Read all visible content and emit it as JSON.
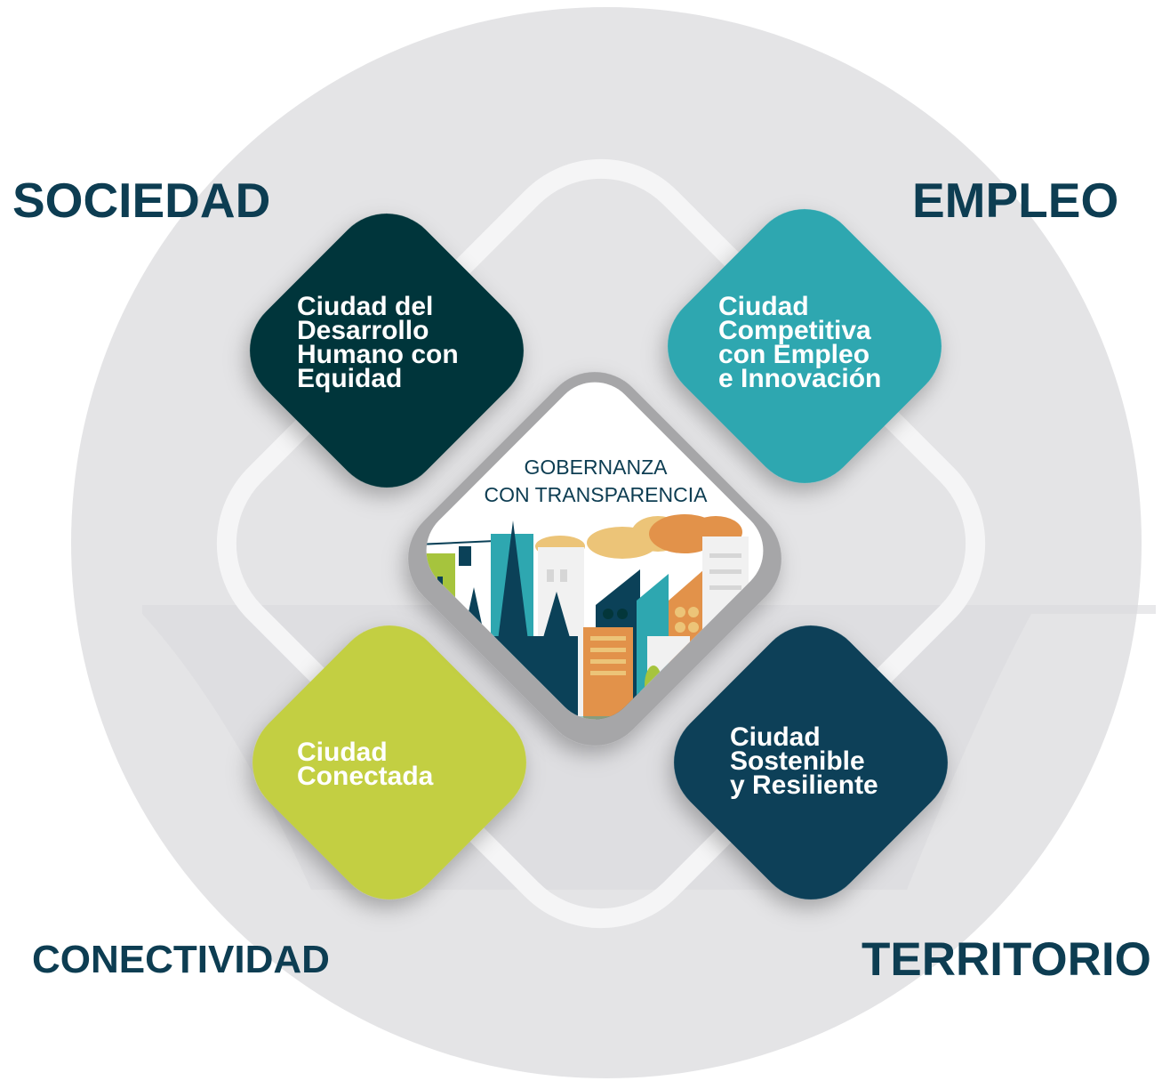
{
  "corners": {
    "sociedad": "SOCIEDAD",
    "empleo": "EMPLEO",
    "conectividad": "CONECTIVIDAD",
    "territorio": "TERRITORIO"
  },
  "pillars": {
    "desarrollo": {
      "lines": [
        "Ciudad del",
        "Desarrollo",
        "Humano con",
        "Equidad"
      ],
      "color": "#03363a"
    },
    "competitiva": {
      "lines": [
        "Ciudad",
        "Competitiva",
        "con Empleo",
        "e Innovación"
      ],
      "color": "#2ea7b0"
    },
    "conectada": {
      "lines": [
        "Ciudad",
        "Conectada"
      ],
      "color": "#c3cf43"
    },
    "sostenible": {
      "lines": [
        "Ciudad",
        "Sostenible",
        "y Resiliente"
      ],
      "color": "#0b4158"
    }
  },
  "center": {
    "lines": [
      "GOBERNANZA",
      "CON TRANSPARENCIA"
    ]
  },
  "colors": {
    "label_text": "#0d3d52",
    "background_circle": "#e4e4e6",
    "frame_outline": "#f5f5f6",
    "center_frame": "#a6a6a8",
    "teal": "#2ea7b0",
    "orange": "#e2924a",
    "sand": "#ecc478",
    "lime": "#a6c43d"
  },
  "icons": {
    "center_illustration": "city-skyline-illustration"
  }
}
